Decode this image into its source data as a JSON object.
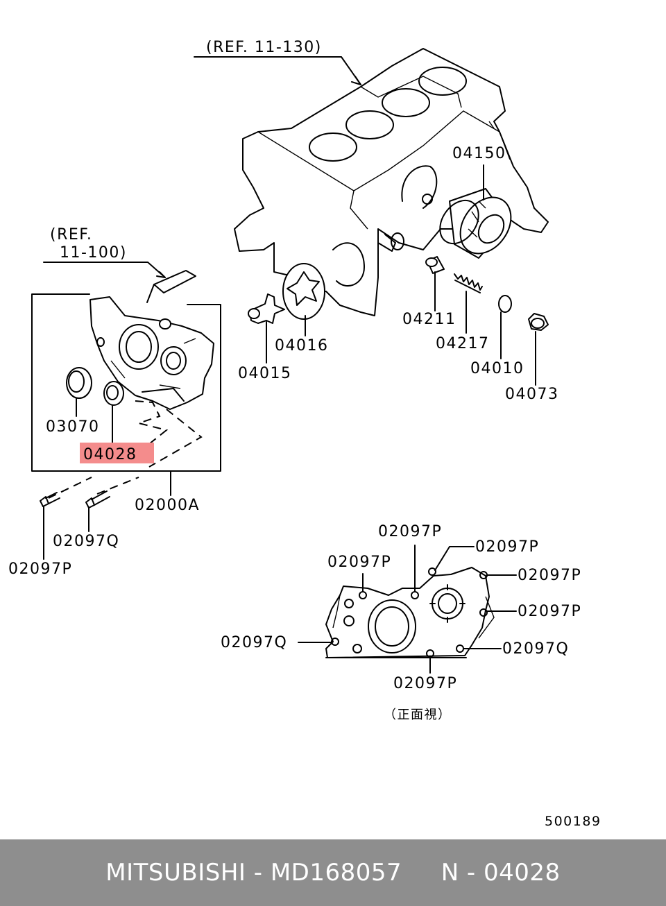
{
  "diagram": {
    "ref_block": "(REF. 11-130)",
    "ref_pan_line1": "(REF.",
    "ref_pan_line2": "11-100)",
    "labels": {
      "p04150": "04150",
      "p04211": "04211",
      "p04217": "04217",
      "p04016": "04016",
      "p04015": "04015",
      "p04010": "04010",
      "p04073": "04073",
      "p03070": "03070",
      "p04028": "04028",
      "p02000A": "02000A",
      "p02097Q_left": "02097Q",
      "p02097P_left": "02097P",
      "front_02097P_top": "02097P",
      "front_02097P_topright": "02097P",
      "front_02097P_left": "02097P",
      "front_02097P_right1": "02097P",
      "front_02097P_right2": "02097P",
      "front_02097Q_left": "02097Q",
      "front_02097Q_right": "02097Q",
      "front_02097P_bottom": "02097P"
    },
    "front_view_caption": "（正面視）",
    "drawing_number": "500189",
    "highlight_color": "#f48c8c"
  },
  "footer": {
    "brand": "MITSUBISHI",
    "separator1": " - ",
    "part_number": "MD168057",
    "gap": "     ",
    "ref_prefix": "N - ",
    "ref_code": "04028",
    "background": "#8e8e8e"
  }
}
